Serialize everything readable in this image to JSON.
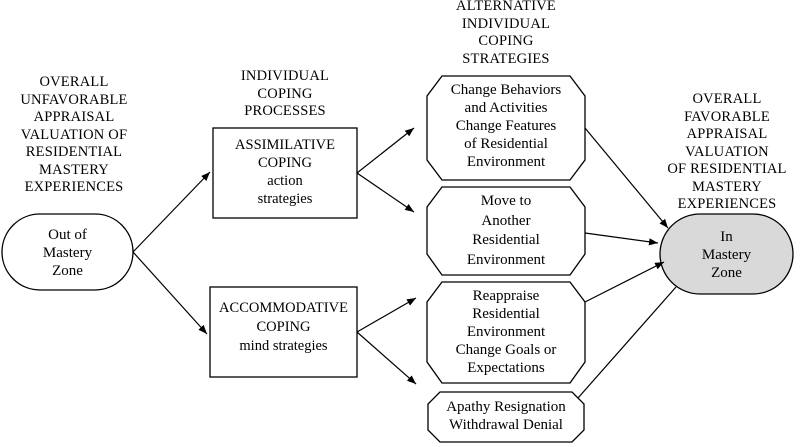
{
  "headers": {
    "left": [
      "OVERALL",
      "UNFAVORABLE",
      "APPRAISAL",
      "VALUATION OF",
      "RESIDENTIAL",
      "MASTERY",
      "EXPERIENCES"
    ],
    "middle": [
      "INDIVIDUAL",
      "COPING",
      "PROCESSES"
    ],
    "right_middle": [
      "ALTERNATIVE",
      "INDIVIDUAL",
      "COPING",
      "STRATEGIES"
    ],
    "right": [
      "OVERALL",
      "FAVORABLE",
      "APPRAISAL",
      "VALUATION",
      "OF RESIDENTIAL",
      "MASTERY",
      "EXPERIENCES"
    ]
  },
  "nodes": {
    "out_of_mastery": [
      "Out of",
      "Mastery",
      "Zone"
    ],
    "assimilative": [
      "ASSIMILATIVE",
      "COPING",
      "action",
      "strategies"
    ],
    "accommodative": [
      "ACCOMMODATIVE",
      "COPING",
      "mind strategies"
    ],
    "strategy_1": [
      "Change Behaviors",
      "and Activities",
      "Change Features",
      "of Residential",
      "Environment"
    ],
    "strategy_2": [
      "Move to",
      "Another",
      "Residential",
      "Environment"
    ],
    "strategy_3": [
      "Reappraise",
      "Residential",
      "Environment",
      "Change Goals or",
      "Expectations"
    ],
    "strategy_4": [
      "Apathy Resignation",
      "Withdrawal Denial"
    ],
    "in_mastery": [
      "In",
      "Mastery",
      "Zone"
    ]
  },
  "colors": {
    "in_mastery_fill": "#d9d9d9",
    "stroke": "#000000"
  }
}
